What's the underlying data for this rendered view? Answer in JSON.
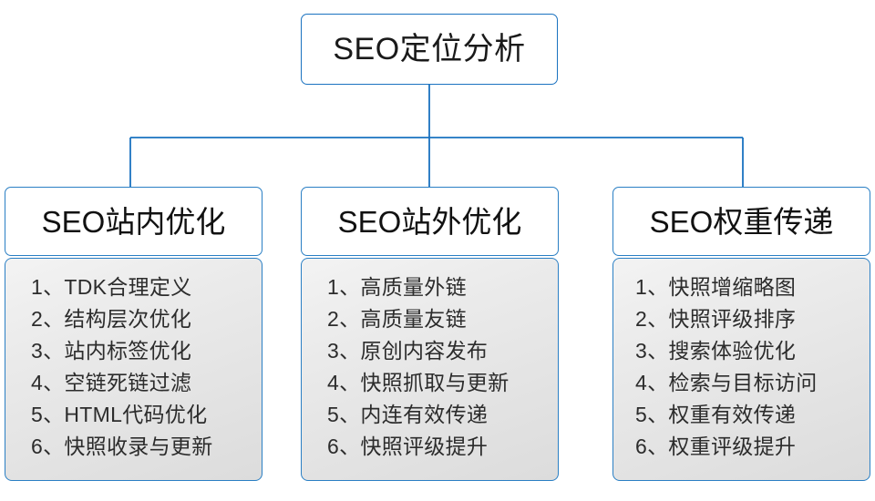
{
  "diagram": {
    "type": "org-chart",
    "root": {
      "label": "SEO定位分析"
    },
    "branches": [
      {
        "id": "on-site",
        "header": "SEO站内优化",
        "items": [
          "1、TDK合理定义",
          "2、结构层次优化",
          "3、站内标签优化",
          "4、空链死链过滤",
          "5、HTML代码优化",
          "6、快照收录与更新"
        ]
      },
      {
        "id": "off-site",
        "header": "SEO站外优化",
        "items": [
          "1、高质量外链",
          "2、高质量友链",
          "3、原创内容发布",
          "4、快照抓取与更新",
          "5、内连有效传递",
          "6、快照评级提升"
        ]
      },
      {
        "id": "weight-transfer",
        "header": "SEO权重传递",
        "items": [
          "1、快照增缩略图",
          "2、快照评级排序",
          "3、搜索体验优化",
          "4、检索与目标访问",
          "5、权重有效传递",
          "6、权重评级提升"
        ]
      }
    ],
    "colors": {
      "border": "#2a7fc4",
      "connector": "#1a72c0",
      "header_fill": "#ffffff",
      "body_fill": "#e6e6e6",
      "text": "#2c2c2c",
      "background": "#ffffff"
    }
  }
}
